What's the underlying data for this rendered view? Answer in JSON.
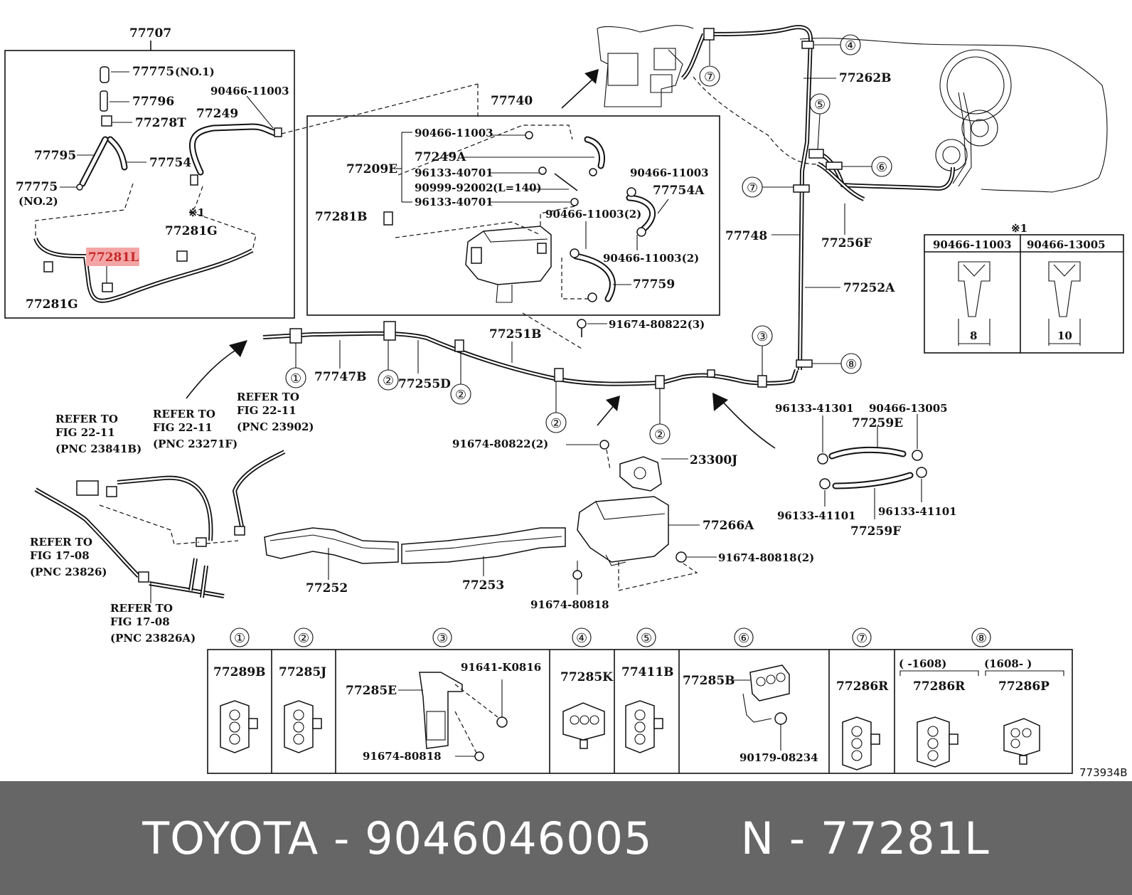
{
  "labels": {
    "p77707": "77707",
    "p77775_1": "77775",
    "no1": "(NO.1)",
    "p77796": "77796",
    "p77278T": "77278T",
    "p77795": "77795",
    "p77754": "77754",
    "p77775_2": "77775",
    "no2": "(NO.2)",
    "p77249": "77249",
    "p90466_a": "90466-11003",
    "x1a": "※1",
    "p77281G_a": "77281G",
    "p77281L": "77281L",
    "p77281G_b": "77281G",
    "p77740": "77740",
    "p90466_b": "90466-11003",
    "p77249A": "77249A",
    "p77209E": "77209E",
    "p96133_a": "96133-40701",
    "p90466_c": "90466-11003",
    "p90999": "90999-92002",
    "l140": "(L=140)",
    "p96133_b": "96133-40701",
    "p77754A": "77754A",
    "p77281B": "77281B",
    "p90466_d": "90466-11003(2)",
    "p90466_e": "90466-11003(2)",
    "p77759": "77759",
    "p91674_a": "91674-80822(3)",
    "p77262B": "77262B",
    "p77748": "77748",
    "p77256F": "77256F",
    "p77252A": "77252A",
    "p77251B": "77251B",
    "p77747B": "77747B",
    "p77255D": "77255D",
    "p91674_b": "91674-80822(2)",
    "p23300J": "23300J",
    "p77266A": "77266A",
    "p91674_c": "91674-80818(2)",
    "p91674_d": "91674-80818",
    "p77252": "77252",
    "p77253": "77253",
    "p96133_c": "96133-41301",
    "p90466_f": "90466-13005",
    "p77259E": "77259E",
    "p96133_d": "96133-41101",
    "p96133_e": "96133-41101",
    "p77259F": "77259F",
    "refer_to": "REFER TO",
    "fig2211": "FIG 22-11",
    "pnc23841B": "(PNC 23841B)",
    "pnc23271F": "(PNC 23271F)",
    "pnc23902": "(PNC 23902)",
    "fig1708": "FIG 17-08",
    "pnc23826": "(PNC 23826)",
    "pnc23826A": "(PNC 23826A)",
    "diagram_code": "773934B"
  },
  "callouts": [
    "①",
    "②",
    "③",
    "④",
    "⑤",
    "⑥",
    "⑦",
    "⑧"
  ],
  "note_table": {
    "mark": "※1",
    "col1": "90466-11003",
    "col2": "90466-13005",
    "dim1": "8",
    "dim2": "10"
  },
  "clamp_table": {
    "c1": "77289B",
    "c2": "77285J",
    "c3a": "77285E",
    "c3b": "91641-K0816",
    "c3c": "91674-80818",
    "c4": "77285K",
    "c5": "77411B",
    "c6a": "77285B",
    "c6b": "90179-08234",
    "c7": "77286R",
    "c8a_range": "(      -1608)",
    "c8b_range": "(1608-      )",
    "c8a": "77286R",
    "c8b": "77286P"
  },
  "footer": {
    "text": "TOYOTA - 9046046005      N - 77281L"
  },
  "colors": {
    "highlight": "#f4a6a6",
    "footer_bg": "#666666",
    "footer_text": "#ffffff"
  }
}
